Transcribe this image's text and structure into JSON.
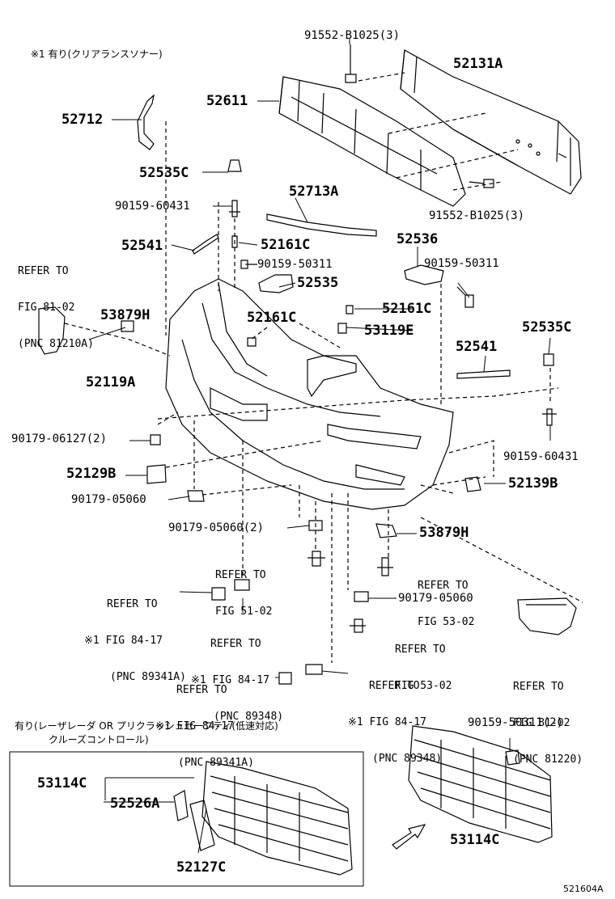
{
  "notes": {
    "top": "※1 有り(クリアランスソナー)",
    "bottom_line1": "有り(レーザレーダ OR プリクラッシュセーフティ(低速対応)",
    "bottom_line2": "クルーズコントロール)"
  },
  "parts": {
    "p91552_top": "91552-B1025(3)",
    "p52131a": "52131A",
    "p52611": "52611",
    "p52712": "52712",
    "p52535c_1": "52535C",
    "p90159_60431_1": "90159-60431",
    "p52713a": "52713A",
    "p91552_bottom": "91552-B1025(3)",
    "p52541_1": "52541",
    "p52161c_1": "52161C",
    "p52536": "52536",
    "p90159_50311_1": "90159-50311",
    "p90159_50311_2": "90159-50311",
    "p52535": "52535",
    "p53879h_1": "53879H",
    "p52161c_2": "52161C",
    "p52161c_3": "52161C",
    "p53119e": "53119E",
    "p52535c_2": "52535C",
    "p52541_2": "52541",
    "p52119a": "52119A",
    "p90179_06127": "90179-06127(2)",
    "p90159_60431_2": "90159-60431",
    "p52129b": "52129B",
    "p52139b": "52139B",
    "p90179_05060_1": "90179-05060",
    "p90179_05060_2": "90179-05060(2)",
    "p53879h_2": "53879H",
    "p90179_05060_3": "90179-05060",
    "p90159_50311_3": "90159-50311(2)",
    "p53114c_1": "53114C",
    "p52526a": "52526A",
    "p52127c": "52127C",
    "p53114c_2": "53114C"
  },
  "refs": {
    "fig81_02a": [
      "REFER TO",
      "FIG 81-02",
      "(PNC 81210A)"
    ],
    "fig51_02": [
      "REFER TO",
      "FIG 51-02"
    ],
    "fig53_02a": [
      "REFER TO",
      "FIG 53-02"
    ],
    "fig84_17a": [
      "REFER TO",
      "※1 FIG 84-17",
      "(PNC 89341A)"
    ],
    "fig84_17b": [
      "REFER TO",
      "※1 FIG 84-17",
      "(PNC 89348)"
    ],
    "fig53_02b": [
      "REFER TO",
      "FIG 53-02"
    ],
    "fig84_17c": [
      "REFER TO",
      "※1 FIG 84-17",
      "(PNC 89341A)"
    ],
    "fig84_17d": [
      "REFER TO",
      "※1 FIG 84-17",
      "(PNC 89348)"
    ],
    "fig81_02b": [
      "REFER TO",
      "FIG 81-02",
      "(PNC 81220)"
    ]
  },
  "illustration_code": "521604A"
}
